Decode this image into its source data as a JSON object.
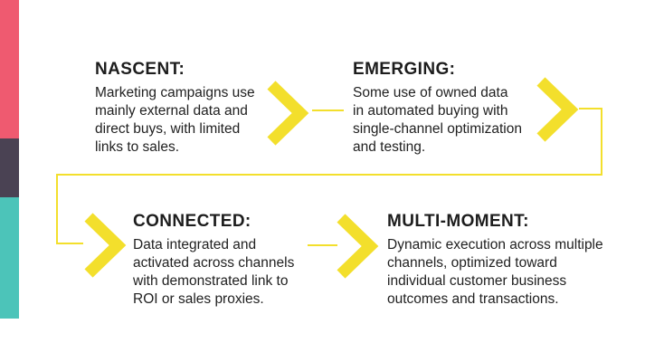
{
  "background": "#FFFFFF",
  "text_color": "#212121",
  "accent_bar": {
    "segments": [
      {
        "name": "pink",
        "color": "#EF5A70"
      },
      {
        "name": "dark-purple",
        "color": "#4A4253"
      },
      {
        "name": "teal",
        "color": "#4CC4B9"
      }
    ]
  },
  "connector": {
    "color": "#F3DF2C",
    "icon": "chevron-right-icon"
  },
  "stages": [
    {
      "title": "NASCENT:",
      "description": "Marketing campaigns use\nmainly external data and\ndirect buys, with limited\nlinks to sales."
    },
    {
      "title": "EMERGING:",
      "description": "Some use of owned data\nin automated buying with\nsingle-channel optimization\nand testing."
    },
    {
      "title": "CONNECTED:",
      "description": "Data integrated and\nactivated across channels\nwith demonstrated link to\nROI or sales proxies."
    },
    {
      "title": "MULTI-MOMENT:",
      "description": "Dynamic execution across multiple\nchannels, optimized toward\nindividual customer business\noutcomes and transactions."
    }
  ]
}
